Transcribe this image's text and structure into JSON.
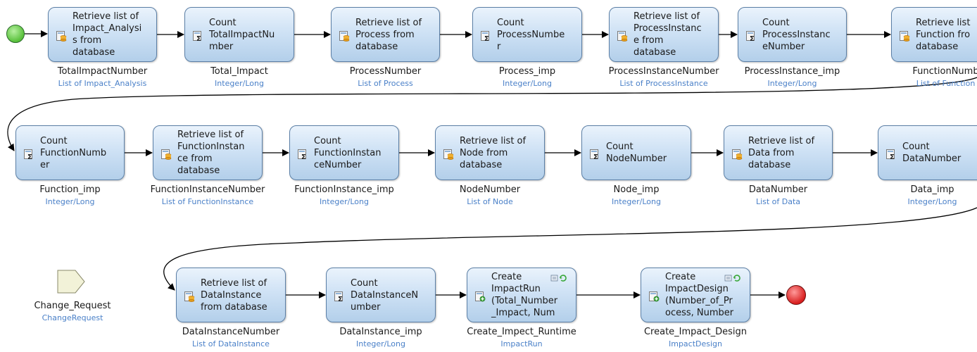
{
  "start_event": {
    "icon": "start-event-icon"
  },
  "end_event": {
    "icon": "end-event-icon"
  },
  "parameter": {
    "icon": "input-parameter-icon",
    "name": "Change_Request",
    "type": "ChangeRequest"
  },
  "activities": [
    {
      "id": "a1",
      "text": "Retrieve list of\nImpact_Analysi\ns from\ndatabase",
      "icon": "retrieve-database-icon",
      "output": "TotalImpactNumber",
      "type": "List of Impact_Analysis"
    },
    {
      "id": "a2",
      "text": "Count\nTotalImpactNu\nmber",
      "icon": "aggregate-count-icon",
      "output": "Total_Impact",
      "type": "Integer/Long"
    },
    {
      "id": "a3",
      "text": "Retrieve list of\nProcess from\ndatabase",
      "icon": "retrieve-database-icon",
      "output": "ProcessNumber",
      "type": "List of Process"
    },
    {
      "id": "a4",
      "text": "Count\nProcessNumbe\nr",
      "icon": "aggregate-count-icon",
      "output": "Process_imp",
      "type": "Integer/Long"
    },
    {
      "id": "a5",
      "text": "Retrieve list of\nProcessInstanc\ne from\ndatabase",
      "icon": "retrieve-database-icon",
      "output": "ProcessInstanceNumber",
      "type": "List of ProcessInstance"
    },
    {
      "id": "a6",
      "text": "Count\nProcessInstanc\neNumber",
      "icon": "aggregate-count-icon",
      "output": "ProcessInstance_imp",
      "type": "Integer/Long"
    },
    {
      "id": "a7",
      "text": "Retrieve list\nFunction fro\ndatabase",
      "icon": "retrieve-database-icon",
      "output": "FunctionNumb",
      "type": "List of Function"
    },
    {
      "id": "a8",
      "text": "Count\nFunctionNumb\ner",
      "icon": "aggregate-count-icon",
      "output": "Function_imp",
      "type": "Integer/Long"
    },
    {
      "id": "a9",
      "text": "Retrieve list of\nFunctionInstan\nce from\ndatabase",
      "icon": "retrieve-database-icon",
      "output": "FunctionInstanceNumber",
      "type": "List of FunctionInstance"
    },
    {
      "id": "a10",
      "text": "Count\nFunctionInstan\nceNumber",
      "icon": "aggregate-count-icon",
      "output": "FunctionInstance_imp",
      "type": "Integer/Long"
    },
    {
      "id": "a11",
      "text": "Retrieve list of\nNode from\ndatabase",
      "icon": "retrieve-database-icon",
      "output": "NodeNumber",
      "type": "List of Node"
    },
    {
      "id": "a12",
      "text": "Count\nNodeNumber",
      "icon": "aggregate-count-icon",
      "output": "Node_imp",
      "type": "Integer/Long"
    },
    {
      "id": "a13",
      "text": "Retrieve list of\nData from\ndatabase",
      "icon": "retrieve-database-icon",
      "output": "DataNumber",
      "type": "List of Data"
    },
    {
      "id": "a14",
      "text": "Count\nDataNumber",
      "icon": "aggregate-count-icon",
      "output": "Data_imp",
      "type": "Integer/Long"
    },
    {
      "id": "a15",
      "text": "Retrieve list of\nDataInstance\nfrom database",
      "icon": "retrieve-database-icon",
      "output": "DataInstanceNumber",
      "type": "List of DataInstance"
    },
    {
      "id": "a16",
      "text": "Count\nDataInstanceN\number",
      "icon": "aggregate-count-icon",
      "output": "DataInstance_imp",
      "type": "Integer/Long"
    },
    {
      "id": "a17",
      "text": "Create\nImpactRun\n(Total_Number\n_Impact, Num",
      "icon": "create-object-icon",
      "output": "Create_Impect_Runtime",
      "type": "ImpactRun",
      "badges": [
        "commit-icon",
        "refresh-icon"
      ]
    },
    {
      "id": "a18",
      "text": "Create\nImpactDesign\n(Number_of_Pr\nocess, Number",
      "icon": "create-object-icon",
      "output": "Create_Impact_Design",
      "type": "ImpactDesign",
      "badges": [
        "commit-icon",
        "refresh-icon"
      ]
    }
  ],
  "colors": {
    "activity_border": "#5b7fa6",
    "activity_fill": "#cfe2f5",
    "type_text": "#4a80c8",
    "flow_line": "#000000",
    "start": "#58c03a",
    "end": "#d81e1e",
    "parameter_fill": "#f2f2d8"
  }
}
